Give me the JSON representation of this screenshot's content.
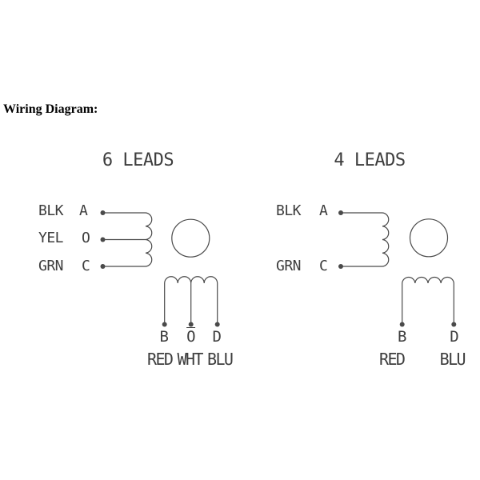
{
  "title": "Wiring Diagram:",
  "colors": {
    "line": "#4a4a4a",
    "text": "#3d3d3d",
    "title": "#000000",
    "background": "#ffffff"
  },
  "six_leads": {
    "heading": "6 LEADS",
    "lead_count": 6,
    "terminals": {
      "a": {
        "wire": "BLK",
        "label": "A",
        "overline": false
      },
      "o": {
        "wire": "YEL",
        "label": "O",
        "overline": false
      },
      "c": {
        "wire": "GRN",
        "label": "C",
        "overline": false
      },
      "b": {
        "wire": "RED",
        "label": "B",
        "overline": false
      },
      "o2": {
        "wire": "WHT",
        "label": "O",
        "overline": true
      },
      "d": {
        "wire": "BLU",
        "label": "D",
        "overline": false
      }
    }
  },
  "four_leads": {
    "heading": "4 LEADS",
    "lead_count": 4,
    "terminals": {
      "a": {
        "wire": "BLK",
        "label": "A",
        "overline": false
      },
      "c": {
        "wire": "GRN",
        "label": "C",
        "overline": false
      },
      "b": {
        "wire": "RED",
        "label": "B",
        "overline": false
      },
      "d": {
        "wire": "BLU",
        "label": "D",
        "overline": false
      }
    }
  }
}
